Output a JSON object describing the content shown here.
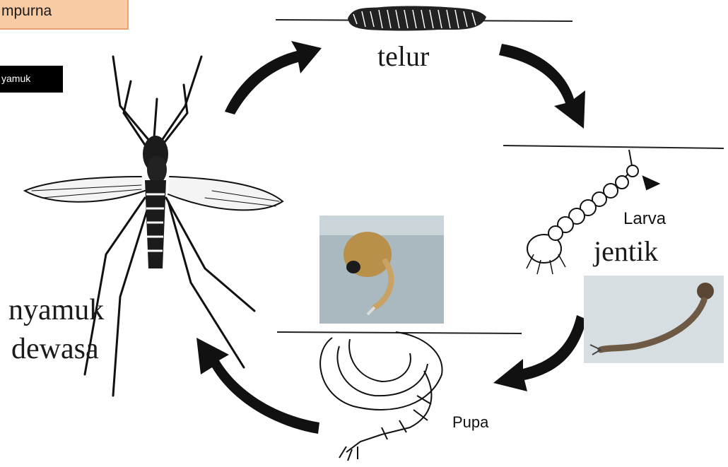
{
  "header": {
    "title_partial": "mpurna",
    "badge_partial": "yamuk"
  },
  "stages": {
    "egg": "telur",
    "larva": "Larva",
    "larva_local": "jentik",
    "pupa": "Pupa",
    "adult_line1": "nyamuk",
    "adult_line2": "dewasa"
  },
  "colors": {
    "title_bg": "#f8cba4",
    "title_border": "#e8a070",
    "badge_bg": "#000000",
    "water_photo": "#a9b9bf",
    "larva_photo": "#d6dee2"
  }
}
